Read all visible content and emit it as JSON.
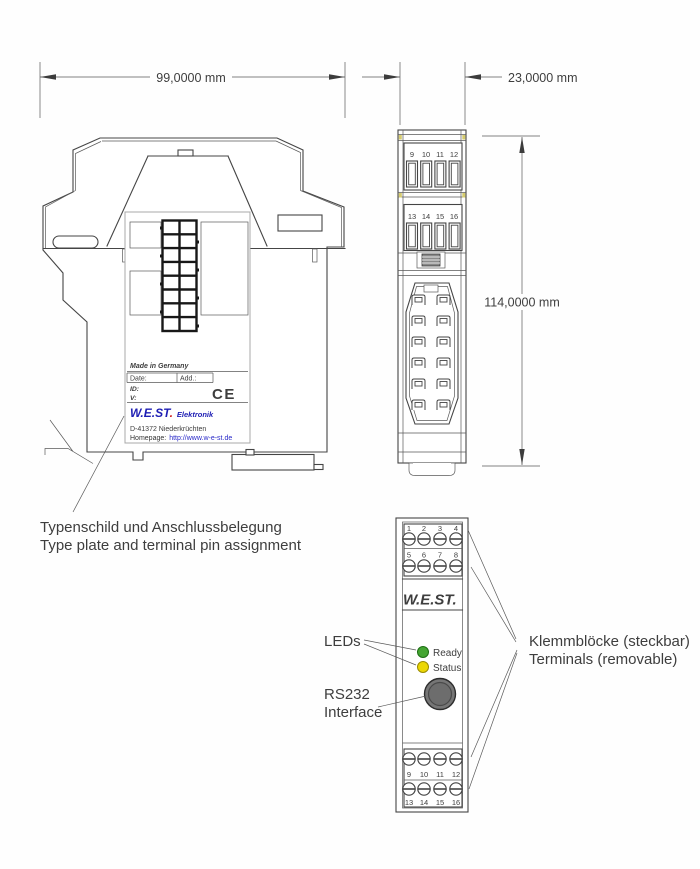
{
  "colors": {
    "line": "#454545",
    "text": "#3e3e3e",
    "logo_blue": "#1e1eb4",
    "logo_red": "#d02020",
    "url_blue": "#2828c8",
    "led_ready": "#44a532",
    "led_status": "#ecd705",
    "connector_gray": "#767676"
  },
  "dimensions": {
    "width": "99,0000 mm",
    "depth": "23,0000 mm",
    "height": "114,0000 mm"
  },
  "side_view": {
    "type_plate": {
      "made_in": "Made in Germany",
      "date_label": "Date:",
      "add_label": "Add.:",
      "id_label": "ID:",
      "v_label": "V:",
      "ce_mark": "CE",
      "logo": "W.E.ST",
      "logo_dot": ".",
      "logo_suffix": "Elektronik",
      "address": "D-41372 Niederkrüchten",
      "homepage_label": "Homepage:",
      "homepage_url": "http://www.w-e-st.de"
    }
  },
  "rear_view": {
    "terminals_row1": [
      "9",
      "10",
      "11",
      "12"
    ],
    "terminals_row2": [
      "13",
      "14",
      "15",
      "16"
    ]
  },
  "front_view": {
    "logo": "W.E.ST.",
    "top_terminals_row1": [
      "1",
      "2",
      "3",
      "4"
    ],
    "top_terminals_row2": [
      "5",
      "6",
      "7",
      "8"
    ],
    "bottom_terminals_row1": [
      "9",
      "10",
      "11",
      "12"
    ],
    "bottom_terminals_row2": [
      "13",
      "14",
      "15",
      "16"
    ],
    "led_ready_label": "Ready",
    "led_status_label": "Status"
  },
  "annotations": {
    "type_plate_de": "Typenschild und Anschlussbelegung",
    "type_plate_en": "Type plate and terminal pin assignment",
    "leds_label": "LEDs",
    "rs232_line1": "RS232",
    "rs232_line2": "Interface",
    "terminals_de": "Klemmblöcke (steckbar)",
    "terminals_en": "Terminals (removable)"
  }
}
